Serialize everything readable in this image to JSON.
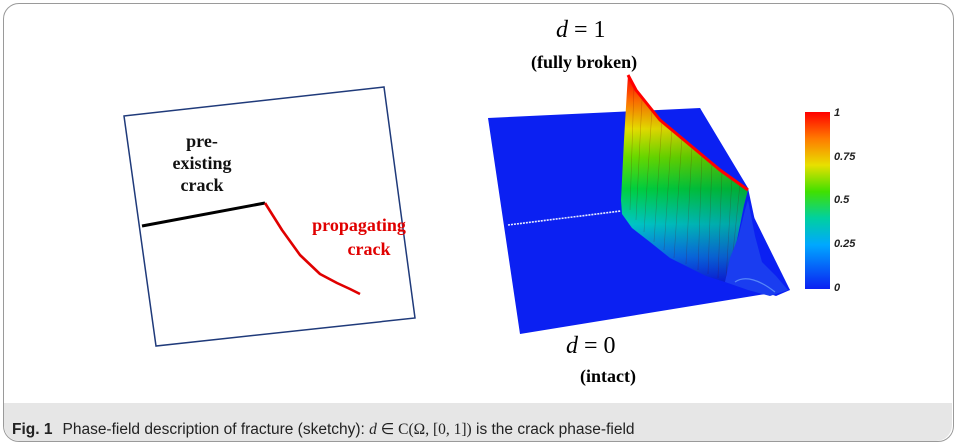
{
  "figure": {
    "left_panel": {
      "pre_existing_label_line1": "pre-",
      "pre_existing_label_line2": "existing",
      "pre_existing_label_line3": "crack",
      "propagating_label_line1": "propagating",
      "propagating_label_line2": "crack",
      "colors": {
        "existing_crack": "#000000",
        "propagating_crack": "#e00000",
        "box": "#1f3a7a"
      }
    },
    "right_panel": {
      "top_eq_var": "d",
      "top_eq_rest": " = 1",
      "top_sub": "(fully broken)",
      "bottom_eq_var": "d",
      "bottom_eq_rest": " = 0",
      "bottom_sub": "(intact)",
      "colorbar_ticks": [
        "1",
        "0.75",
        "0.5",
        "0.25",
        "0"
      ],
      "colors": {
        "field_low": "#0b20f2",
        "field_high": "#ff0000"
      }
    }
  },
  "caption": {
    "label": "Fig. 1",
    "text_before": "Phase-field description of fracture (sketchy): ",
    "math_var": "d",
    "math_set": " ∈ C(Ω, [0, 1])",
    "text_after": " is the crack phase-field"
  }
}
